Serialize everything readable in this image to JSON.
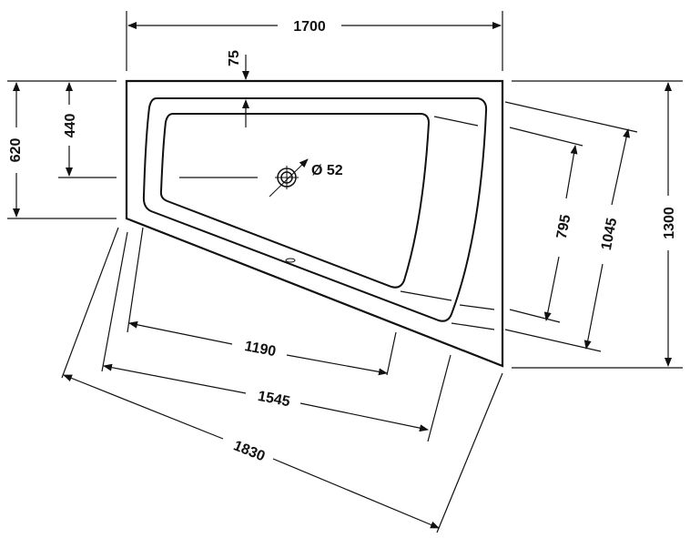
{
  "dimensions": {
    "overall_width": "1700",
    "rim_offset": "75",
    "drain_diameter": "Ø 52",
    "drain_depth": "440",
    "left_side": "620",
    "right_side": "1300",
    "inner_width_diag": "795",
    "outer_width_diag": "1045",
    "front_inner": "1190",
    "front_mid": "1545",
    "front_outer": "1830"
  },
  "colors": {
    "line": "#111111",
    "background": "#ffffff"
  }
}
